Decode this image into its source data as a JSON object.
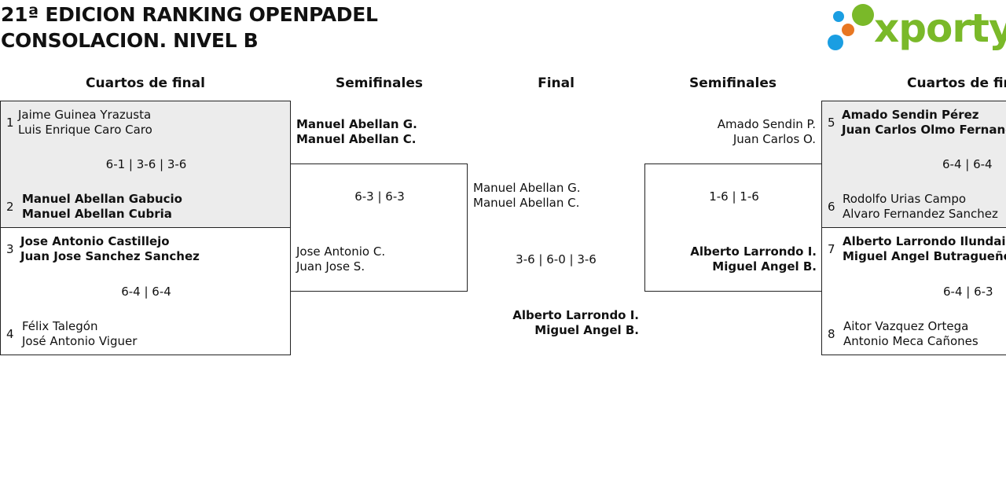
{
  "title": {
    "line1": "21ª EDICION RANKING OPENPADEL",
    "line2": "CONSOLACION. NIVEL B"
  },
  "logo": {
    "text": "xporty"
  },
  "rounds": {
    "qf_left": "Cuartos de final",
    "sf_left": "Semifinales",
    "final": "Final",
    "sf_right": "Semifinales",
    "qf_right": "Cuartos de final"
  },
  "qf_left": [
    {
      "top": {
        "seed": "1",
        "p1": "Jaime Guinea Yrazusta",
        "p2": "Luis Enrique Caro Caro"
      },
      "score": "6-1 | 3-6 | 3-6",
      "bottom": {
        "seed": "2",
        "p1": "Manuel Abellan Gabucio",
        "p2": "Manuel Abellan Cubria"
      }
    },
    {
      "top": {
        "seed": "3",
        "p1": "Jose Antonio Castillejo",
        "p2": "Juan Jose Sanchez Sanchez"
      },
      "score": "6-4 | 6-4",
      "bottom": {
        "seed": "4",
        "p1": "Félix Talegón",
        "p2": "José Antonio Viguer"
      }
    }
  ],
  "sf_left": {
    "top": {
      "p1": "Manuel Abellan G.",
      "p2": "Manuel Abellan C."
    },
    "score": "6-3 | 6-3",
    "bottom": {
      "p1": "Jose Antonio C.",
      "p2": "Juan Jose S."
    }
  },
  "final": {
    "top": {
      "p1": "Manuel Abellan G.",
      "p2": "Manuel Abellan C."
    },
    "score": "3-6 | 6-0 | 3-6",
    "bottom": {
      "p1": "Alberto Larrondo I.",
      "p2": "Miguel Angel B."
    }
  },
  "sf_right": {
    "top": {
      "p1": "Amado Sendin P.",
      "p2": "Juan Carlos O."
    },
    "score": "1-6 | 1-6",
    "bottom": {
      "p1": "Alberto Larrondo I.",
      "p2": "Miguel Angel B."
    }
  },
  "qf_right": [
    {
      "top": {
        "seed": "5",
        "p1": "Amado Sendin Pérez",
        "p2": "Juan Carlos Olmo Fernandez"
      },
      "score": "6-4 | 6-4",
      "bottom": {
        "seed": "6",
        "p1": "Rodolfo Urias Campo",
        "p2": "Alvaro Fernandez Sanchez"
      }
    },
    {
      "top": {
        "seed": "7",
        "p1": "Alberto Larrondo Ilundain",
        "p2": "Miguel Angel Butragueño"
      },
      "score": "6-4 | 6-3",
      "bottom": {
        "seed": "8",
        "p1": "Aitor Vazquez Ortega",
        "p2": "Antonio Meca Cañones"
      }
    }
  ]
}
